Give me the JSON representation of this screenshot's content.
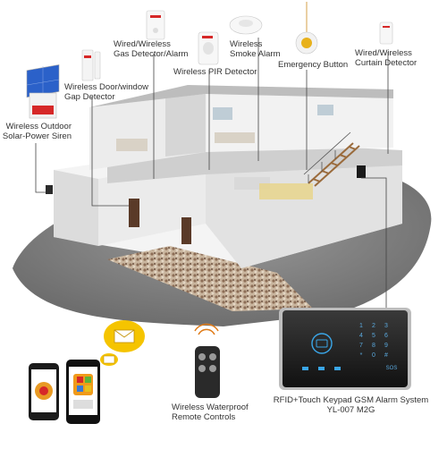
{
  "labels": {
    "siren": [
      "Wireless Outdoor",
      "Solar-Power Siren"
    ],
    "door": [
      "Wireless Door/window",
      "Gap Detector"
    ],
    "gas": [
      "Wired/Wireless",
      "Gas Detector/Alarm"
    ],
    "pir": [
      "Wireless PIR Detector"
    ],
    "smoke": [
      "Wireless",
      "Smoke Alarm"
    ],
    "emergency": [
      "Emergency Button"
    ],
    "curtain": [
      "Wired/Wireless",
      "Curtain Detector"
    ],
    "remote": [
      "Wireless Waterproof",
      "Remote Controls"
    ],
    "panel": [
      "RFID+Touch Keypad GSM Alarm System",
      "YL-007 M2G"
    ]
  },
  "panel_keys": [
    "1",
    "2",
    "3",
    "4",
    "5",
    "6",
    "7",
    "8",
    "9",
    "*",
    "0",
    "#"
  ],
  "panel_sos": "SOS",
  "colors": {
    "floor": "#7a7a7a",
    "wall": "#e6e6e6",
    "wall_shadow": "#c9c9c9",
    "panel_body": "#1a1a1a",
    "panel_glow": "#3aa6e8",
    "envelope": "#f5c400",
    "siren_panel": "#2b61c9",
    "siren_red": "#d62828"
  }
}
